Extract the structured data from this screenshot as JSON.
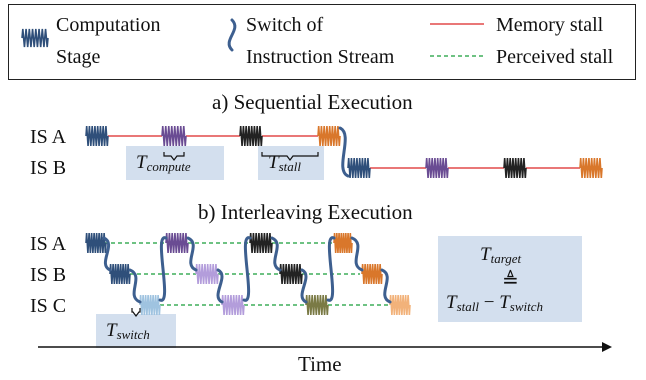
{
  "legend": {
    "computation_stage": [
      "Computation",
      "Stage"
    ],
    "switch_stream": [
      "Switch of",
      "Instruction Stream"
    ],
    "memory_stall": "Memory stall",
    "perceived_stall": "Perceived stall"
  },
  "sequential": {
    "title": "a) Sequential Execution",
    "rows": [
      "IS A",
      "IS B"
    ],
    "t_compute": {
      "main": "T",
      "sub": "compute"
    },
    "t_stall": {
      "main": "T",
      "sub": "stall"
    }
  },
  "interleaving": {
    "title": "b) Interleaving Execution",
    "rows": [
      "IS A",
      "IS B",
      "IS C"
    ],
    "t_switch": {
      "main": "T",
      "sub": "switch"
    },
    "target": {
      "lhs_main": "T",
      "lhs_sub": "target",
      "eq_symbol": "≜",
      "t1_main": "T",
      "t1_sub": "stall",
      "minus": "−",
      "t2_main": "T",
      "t2_sub": "switch"
    }
  },
  "time_label": "Time",
  "colors": {
    "memory_stall": "#e24a4a",
    "perceived_stall": "#3fae5a",
    "switch": "#3d5f8f",
    "box": "#d3dfee",
    "stage_palette": [
      "#2f4f7a",
      "#6a4c93",
      "#222222",
      "#d9772b",
      "#9fc3e0",
      "#b39ddb",
      "#7a7a45",
      "#f2b27a"
    ]
  }
}
